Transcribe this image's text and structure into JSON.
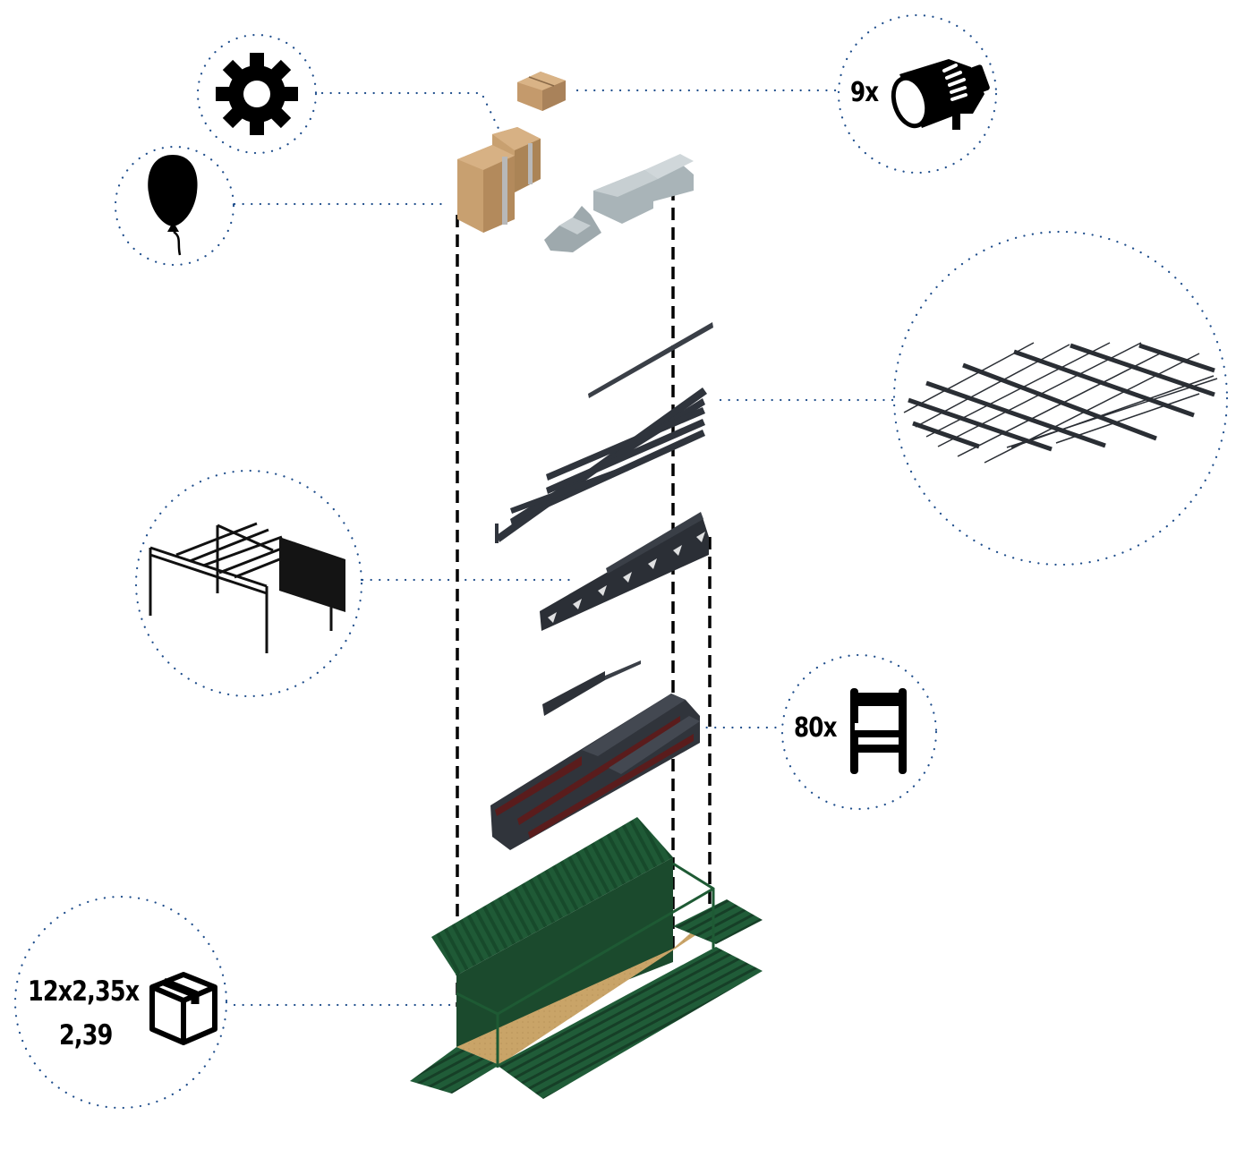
{
  "diagram": {
    "type": "exploded-axonometric",
    "accent_color": "#1f4e8c",
    "callouts": [
      {
        "id": "lighting",
        "count_label": "9x",
        "icon": "spotlight-icon"
      },
      {
        "id": "rigging",
        "icon": "gear-icon"
      },
      {
        "id": "decoration",
        "icon": "balloon-icon"
      },
      {
        "id": "stage-floor",
        "icon": "floor-grid-structure"
      },
      {
        "id": "truss",
        "icon": "truss-frame-structure"
      },
      {
        "id": "seating",
        "count_label": "80x",
        "icon": "chair-icon"
      },
      {
        "id": "container",
        "dimension_line1": "12x2,35x",
        "dimension_line2": "2,39",
        "icon": "box-icon"
      }
    ],
    "layers": [
      {
        "name": "small-cardboard-boxes",
        "color": "#c49a6c"
      },
      {
        "name": "large-cardboard-boxes",
        "color": "#c8a070"
      },
      {
        "name": "concrete-steps",
        "color": "#a9b4b8"
      },
      {
        "name": "single-beam",
        "color": "#3a3f47"
      },
      {
        "name": "floor-grid-beams",
        "color": "#2f343c"
      },
      {
        "name": "truss-beam",
        "color": "#2b2f36"
      },
      {
        "name": "small-bench",
        "color": "#2d3138"
      },
      {
        "name": "tiered-seating",
        "color": "#30343b",
        "accent": "#5a1c1c"
      },
      {
        "name": "shipping-container",
        "color": "#1f5a36",
        "floor": "#c9a468"
      }
    ]
  }
}
